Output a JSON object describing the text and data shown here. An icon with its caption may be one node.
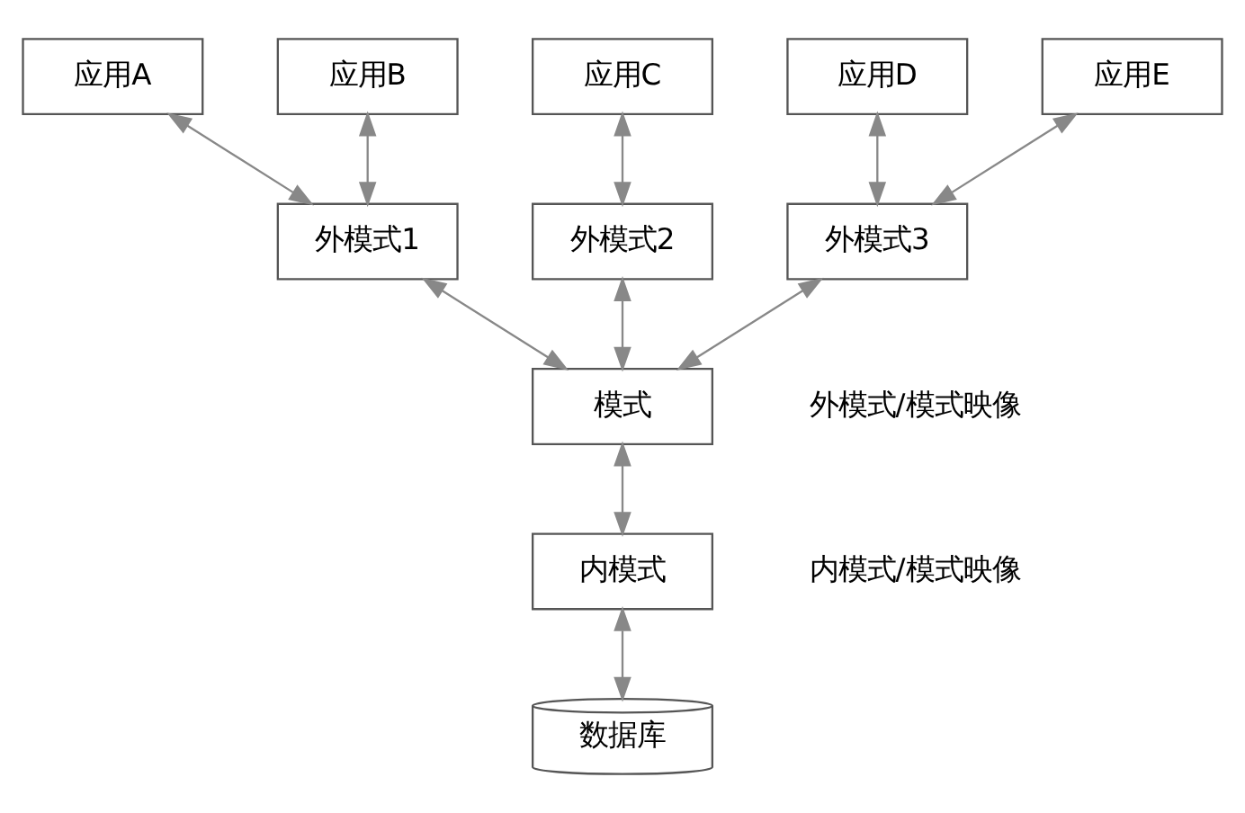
{
  "diagram": {
    "nodes": [
      {
        "text": [
          "应用A"
        ]
      },
      {
        "text": [
          "应用B"
        ]
      },
      {
        "text": [
          "应用C"
        ]
      },
      {
        "text": [
          "应用D"
        ]
      },
      {
        "text": [
          "应用E"
        ]
      },
      {
        "text": [
          "外模式1"
        ]
      },
      {
        "text": [
          "外模式2"
        ]
      },
      {
        "text": [
          "外模式3"
        ]
      },
      {
        "text": [
          "模式"
        ]
      },
      {
        "text": [
          "内模式"
        ]
      },
      {
        "text": [
          "数据库"
        ]
      }
    ],
    "edges": [
      {
        "from": 0,
        "to": 5,
        "arrow": "both"
      },
      {
        "from": 1,
        "to": 5,
        "arrow": "both"
      },
      {
        "from": 2,
        "to": 6,
        "arrow": "both"
      },
      {
        "from": 3,
        "to": 7,
        "arrow": "both"
      },
      {
        "from": 4,
        "to": 7,
        "arrow": "both"
      },
      {
        "from": 5,
        "to": 8,
        "arrow": "both"
      },
      {
        "from": 6,
        "to": 8,
        "arrow": "both"
      },
      {
        "from": 7,
        "to": 8,
        "arrow": "both"
      },
      {
        "from": 8,
        "to": 9,
        "arrow": "both"
      },
      {
        "from": 9,
        "to": 10,
        "arrow": "both"
      }
    ],
    "labels": [
      "外模式/模式映像",
      "内模式/模式映像"
    ]
  }
}
